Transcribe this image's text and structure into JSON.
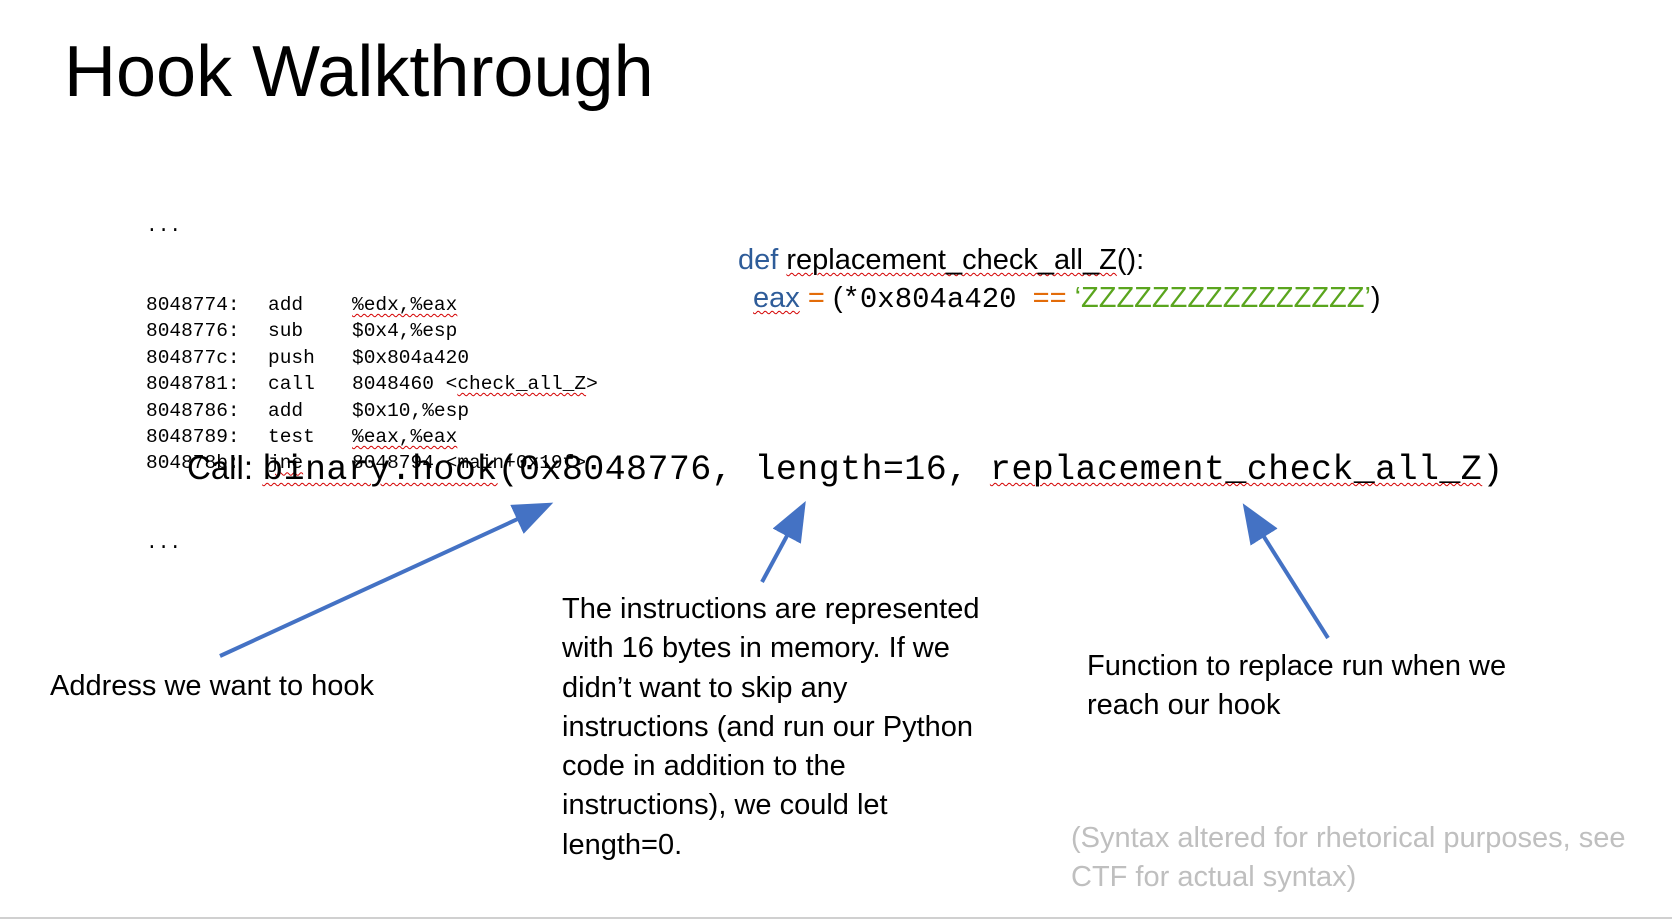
{
  "slide": {
    "title": "Hook Walkthrough"
  },
  "disassembly": {
    "leading_ellipsis": "...",
    "trailing_ellipsis": "...",
    "lines": [
      {
        "addr": "8048774:",
        "mnemonic": "add",
        "operand_pre": "",
        "operand_squig": "%edx,%eax",
        "operand_post": ""
      },
      {
        "addr": "8048776:",
        "mnemonic": "sub",
        "operand_pre": "$0x4,%esp",
        "operand_squig": "",
        "operand_post": ""
      },
      {
        "addr": "804877c:",
        "mnemonic": "push",
        "operand_pre": "$0x804a420",
        "operand_squig": "",
        "operand_post": ""
      },
      {
        "addr": "8048781:",
        "mnemonic": "call",
        "operand_pre": "8048460 <",
        "operand_squig": "check_all_Z",
        "operand_post": ">"
      },
      {
        "addr": "8048786:",
        "mnemonic": "add",
        "operand_pre": "$0x10,%esp",
        "operand_squig": "",
        "operand_post": ""
      },
      {
        "addr": "8048789:",
        "mnemonic": "test",
        "operand_pre": "",
        "operand_squig": "%eax,%eax",
        "operand_post": ""
      },
      {
        "addr": "804878b:",
        "mnemonic": "jne",
        "operand_pre": "8048794 <main+0x19f>",
        "operand_squig": "",
        "operand_post": ""
      }
    ]
  },
  "replacement_def": {
    "keyword": "def",
    "func_name": "replacement_check_all_Z",
    "paren": "():",
    "var": "eax",
    "assign": "=",
    "open": "(",
    "expr": "*0x804a420",
    "eq": "==",
    "string": "‘ZZZZZZZZZZZZZZZZ’",
    "close": ")"
  },
  "call_line": {
    "label": "Call: ",
    "func": "binary.hook",
    "args_mid": "(0x8048776, length=16, ",
    "arg_fn": "replacement_check_all_Z",
    "close": ")"
  },
  "annotations": {
    "address": "Address we want to hook",
    "length": "The instructions are represented with 16 bytes in memory. If we didn’t want to skip any instructions (and run our Python code in addition to the instructions), we could let length=0.",
    "function": "Function to replace run when we reach our hook",
    "syntax_note": "(Syntax altered for rhetorical purposes, see CTF for actual syntax)"
  },
  "colors": {
    "keyword": "#2e5c99",
    "operator": "#e36c09",
    "string": "#5aa51e",
    "arrow": "#4472c4",
    "muted_note": "#bfbfbf",
    "spell_squiggle": "#d40000"
  }
}
